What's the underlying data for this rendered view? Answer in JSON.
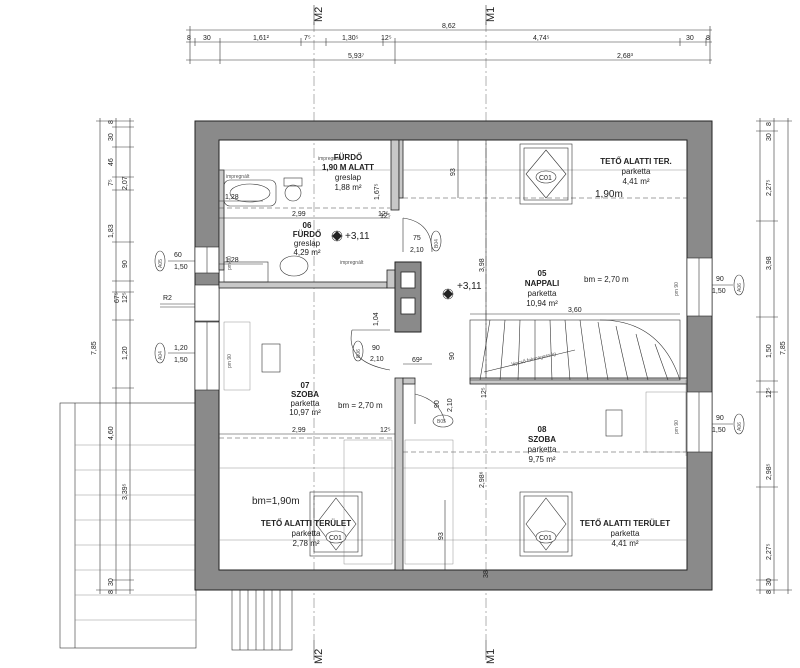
{
  "axes": {
    "m2": "M2",
    "m1": "M1"
  },
  "top_dims": {
    "overall": "8,62",
    "row1": [
      "8",
      "30",
      "1,61²",
      "7⁵",
      "1,30⁵",
      "12⁵",
      "4,74⁵",
      "30",
      "8"
    ],
    "row2": [
      "5,93⁷",
      "2,68³"
    ]
  },
  "left_dims": {
    "overall": "7,85",
    "col_outer": [
      "8",
      "30",
      "46",
      "7⁵",
      "2,07",
      "1,83",
      "90",
      "12⁵",
      "67⁵",
      "1,20",
      "4,60",
      "3,39⁵",
      "30",
      "8"
    ]
  },
  "right_dims": {
    "overall": "7,85",
    "col_inner": [
      "30",
      "8",
      "2,27⁵",
      "3,98",
      "1,50",
      "12⁵",
      "2,98⁵",
      "2,27⁵",
      "30",
      "8"
    ]
  },
  "rooms": {
    "bath_low": {
      "name": "FÜRDŐ",
      "sub": "1,90 M ALATT",
      "floor": "greslap",
      "area": "1,88 m²"
    },
    "bath": {
      "num": "06",
      "name": "FÜRDŐ",
      "floor": "greslap",
      "area": "4,29 m²"
    },
    "living": {
      "num": "05",
      "name": "NAPPALI",
      "floor": "parketta",
      "area": "10,94 m²",
      "height": "bm = 2,70 m"
    },
    "attic_tr": {
      "name": "TETŐ ALATTI TER.",
      "floor": "parketta",
      "area": "4,41 m²",
      "height": "1,90m"
    },
    "room07": {
      "num": "07",
      "name": "SZOBA",
      "floor": "parketta",
      "area": "10,97 m²",
      "height": "bm = 2,70 m"
    },
    "room08": {
      "num": "08",
      "name": "SZOBA",
      "floor": "parketta",
      "area": "9,75 m²"
    },
    "attic_bl": {
      "name": "TETŐ ALATTI TERÜLET",
      "floor": "parketta",
      "area": "2,78 m²",
      "height": "bm=1,90m"
    },
    "attic_br": {
      "name": "TETŐ ALATTI TERÜLET",
      "floor": "parketta",
      "area": "4,41 m²"
    }
  },
  "levels": {
    "a": "+3,11",
    "b": "+3,11"
  },
  "windows": {
    "a05": {
      "tag": "A05",
      "w": "60",
      "h": "1,50"
    },
    "a04": {
      "tag": "A04",
      "w": "1,20",
      "h": "1,50"
    },
    "a06a": {
      "tag": "A06",
      "w": "90",
      "h": "1,50"
    },
    "a06b": {
      "tag": "A06",
      "w": "90",
      "h": "1,50"
    },
    "c01": "C01",
    "pm": "pm 90"
  },
  "doors": {
    "b04": {
      "tag": "B04",
      "w": "75",
      "h": "2,10"
    },
    "b06": {
      "tag": "B06",
      "w": "90",
      "h": "2,10"
    },
    "b05": {
      "tag": "B05",
      "w": "90",
      "h": "2,10"
    }
  },
  "misc": {
    "r2": "R2",
    "d_128a": "1,28",
    "d_299a": "2,99",
    "d_128b": "1,28",
    "d_125a": "12⁵",
    "d_167": "1,67⁵",
    "d_93": "93",
    "d_398": "3,98",
    "d_360": "3,60",
    "d_104": "1,04",
    "d_69": "69²",
    "d_90": "90",
    "d_125b": "12⁵",
    "d_299b": "2,99",
    "d_125c": "12⁵",
    "d_298": "2,98⁶",
    "d_93b": "93",
    "d_38": "38",
    "d_125d": "12⁵",
    "impreg1": "impregnált",
    "impreg2": "impregnált",
    "impreg3": "impregnált",
    "stairs_note": "lépcső fokmagasság"
  }
}
